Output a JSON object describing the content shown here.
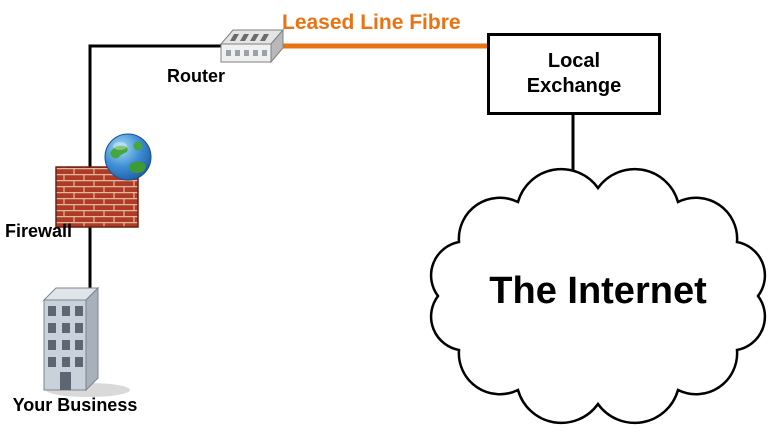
{
  "nodes": {
    "router": {
      "label": "Router"
    },
    "local_exchange": {
      "label": "Local Exchange"
    },
    "firewall": {
      "label": "Firewall"
    },
    "business": {
      "label": "Your Business"
    },
    "internet_cloud": {
      "label": "The Internet"
    }
  },
  "connections": {
    "leased_line": {
      "label": "Leased Line Fibre",
      "color": "#E97312"
    },
    "plain_line_color": "#000000"
  },
  "icons": {
    "router": "network-switch-icon",
    "firewall": "brick-wall-globe-icon",
    "business": "office-building-icon",
    "internet": "cloud-shape"
  },
  "colors": {
    "background": "#FFFFFF",
    "brick_red": "#AD3B25",
    "cloud_fill": "#FFFFFF",
    "cloud_stroke": "#000000"
  }
}
